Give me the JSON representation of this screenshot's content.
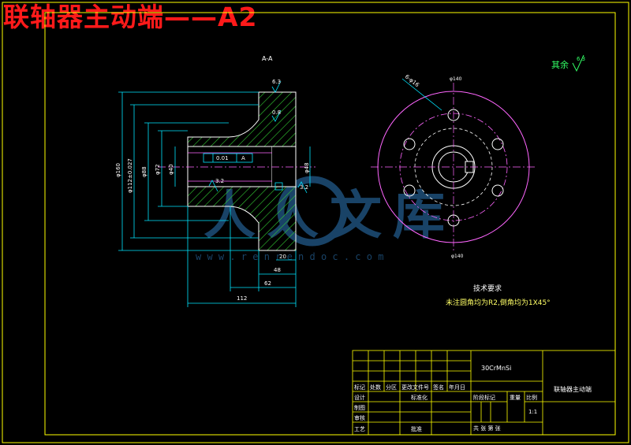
{
  "banner": {
    "title": "联轴器主动端——A2"
  },
  "colors": {
    "background": "#000000",
    "frame": "#ffff00",
    "hatch": "#33cc33",
    "outline": "#ffffff",
    "dimension": "#00e5ff",
    "pink": "#ff66ff",
    "note": "#ffff66",
    "watermark": "#1e4f7a"
  },
  "drawing": {
    "section_label": "A-A",
    "roughness_other": "其余",
    "roughness_other_value": "6.3",
    "roughness_top": "6.3",
    "roughness_bore": "0.8",
    "roughness_inner": "3.2",
    "roughness_right": "3.2",
    "tolerance_flatness": "0.01",
    "tolerance_datum": "A",
    "dia_outer": "φ160",
    "dia_spigot": "φ112±0.027",
    "dia_hub": "φ88",
    "dia_step": "φ72",
    "dia_bore": "φ40",
    "dia_keyway": "φ48",
    "len_flange": "20",
    "len_48": "48",
    "len_62": "62",
    "len_112": "112",
    "bolt_holes": "6-φ16",
    "pcd_label": "φ140"
  },
  "notes": {
    "heading": "技术要求",
    "line1": "未注圆角均为R2,倒角均为1X45°"
  },
  "title_block": {
    "material": "30CrMnSi",
    "part_name": "联轴器主动端",
    "row_header": [
      "标记",
      "处数",
      "分区",
      "更改文件号",
      "签名",
      "年月日"
    ],
    "design": "设计",
    "standardize": "标准化",
    "draw": "制图",
    "review": "审核",
    "process": "工艺",
    "approve": "批准",
    "stage_mark": "阶段标记",
    "weight": "重量",
    "scale": "比例",
    "scale_value": "1:1",
    "sheets": "共    张  第    张"
  },
  "watermark": {
    "text": "人人文库",
    "url": "w w w . r e n r e n d o c . c o m"
  }
}
